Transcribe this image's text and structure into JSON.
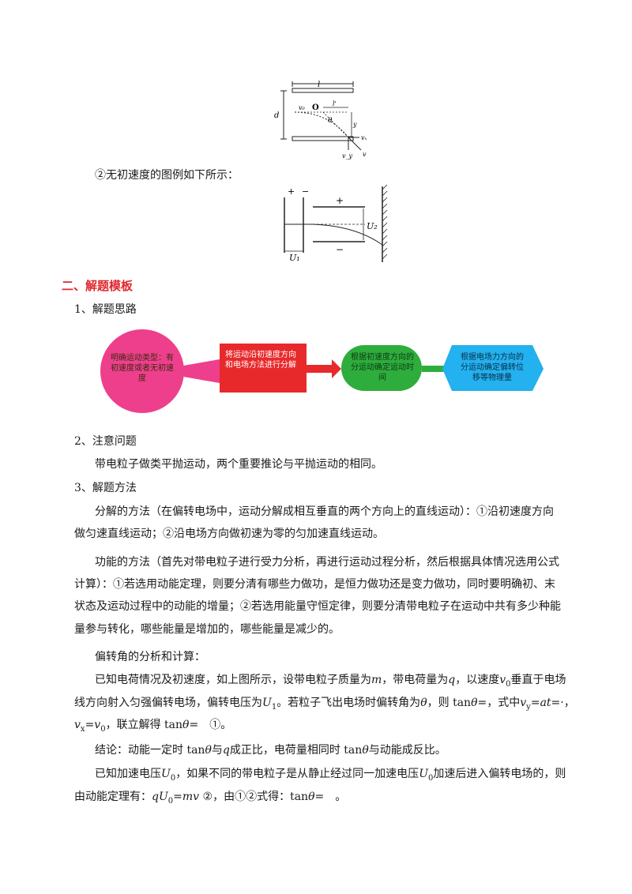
{
  "fig1": {
    "label_l": "l",
    "label_d": "d",
    "label_O": "O",
    "label_v0": "v₀",
    "label_l2": "l'",
    "label_theta": "θ",
    "label_y": "y",
    "label_vx": "vₓ",
    "label_vy": "v_y",
    "label_v": "v"
  },
  "fig_caption": "②无初速度的图例如下所示：",
  "fig2": {
    "plus_left": "+",
    "minus_left": "−",
    "plus_top": "+",
    "minus_bottom": "−",
    "label_U2": "U₂",
    "label_U1": "U₁"
  },
  "section_title": "二、解题模板",
  "sub1": "1、解题思路",
  "flow": {
    "step1": "明确运动类型：有初速度或者无初速度",
    "step2": "将运动沿初速度方向和电场方法进行分解",
    "step3": "根据初速度方向的分运动确定运动时间",
    "step4": "根据电场力方向的分运动确定偏转位移等物理量"
  },
  "sub2": "2、注意问题",
  "p_note": "带电粒子做类平抛运动，两个重要推论与平抛运动的相同。",
  "sub3": "3、解题方法",
  "p_decomp_1": "分解的方法（在偏转电场中，运动分解成相互垂直的两个方向上的直线运动）：①沿初速度方向",
  "p_decomp_2": "做匀速直线运动；②沿电场方向做初速为零的匀加速直线运动。",
  "p_energy_1": "功能的方法（首先对带电粒子进行受力分析，再进行运动过程分析，然后根据具体情况选用公式",
  "p_energy_2": "计算）：①若选用动能定理，则要分清有哪些力做功，是恒力做功还是变力做功，同时要明确初、末",
  "p_energy_3": "状态及运动过程中的动能的增量；②若选用能量守恒定律，则要分清带电粒子在运动中共有多少种能",
  "p_energy_4": "量参与转化，哪些能量是增加的，哪些能量是减少的。",
  "p_angle_title": "偏转角的分析和计算：",
  "p_known": {
    "a": "已知电荷情况及初速度，如上图所示，设带电粒子质量为",
    "m": "m",
    "b": "，带电荷量为",
    "q": "q",
    "c": "，以速度",
    "v0": "v",
    "v0sub": "0",
    "d": "垂直于电场",
    "line2a": "线方向射入匀强偏转电场，偏转电压为",
    "U1": "U",
    "U1sub": "1",
    "line2b": "。若粒子飞出电场时偏转角为",
    "theta": "θ",
    "line2c": "，则 tan",
    "line2d": "=，式中",
    "vy": "v",
    "vysub": "y",
    "line2e": "=",
    "at": "at",
    "line2f": "=·，",
    "line3a": "v",
    "line3asub": "x",
    "line3b": "=",
    "line3c": "v",
    "line3csub": "0",
    "line3d": "，联立解得 tan",
    "line3e": "=　①。"
  },
  "p_concl": {
    "a": "结论：动能一定时 tan",
    "b": "与",
    "q": "q",
    "c": "成正比，电荷量相同时 tan",
    "d": "与动能成反比。"
  },
  "p_accel": {
    "a": "已知加速电压",
    "U": "U",
    "Usub": "0",
    "b": "，如果不同的带电粒子是从静止经过同一加速电压",
    "c": "加速后进入偏转电场的，则",
    "line2a": "由动能定理有：",
    "qU": "qU",
    "line2b": "=",
    "mv": "mv",
    "line2c": " ②，由①②式得：tan",
    "line2d": "=　。"
  }
}
